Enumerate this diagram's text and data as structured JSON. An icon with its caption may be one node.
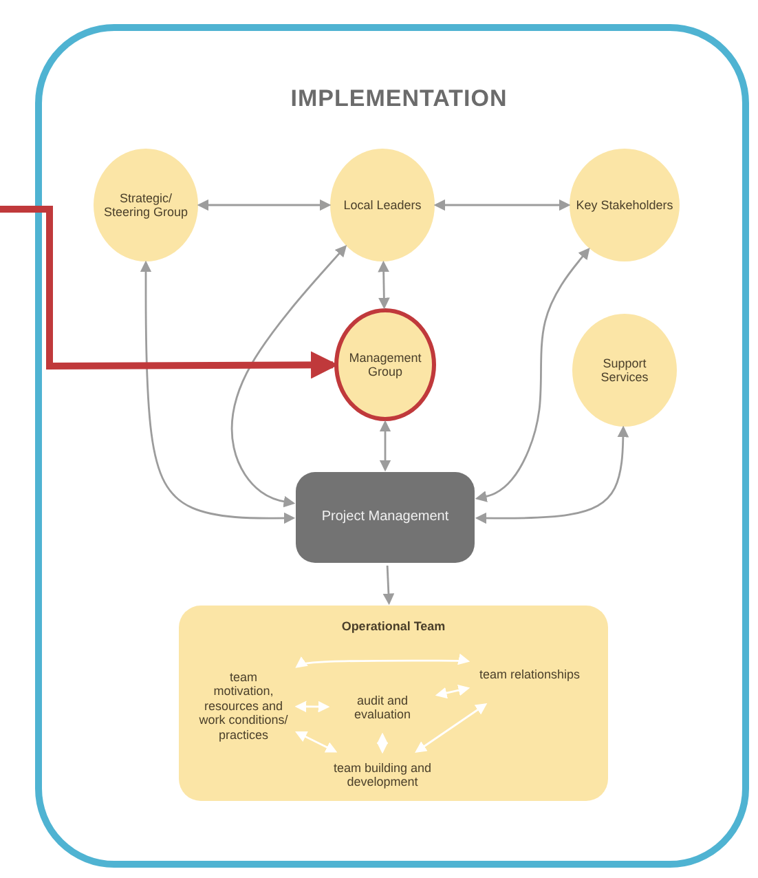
{
  "diagram": {
    "title": "IMPLEMENTATION",
    "nodes": [
      {
        "text": [
          "Strategic/ Steering Group"
        ]
      },
      {
        "text": [
          "Local Leaders"
        ]
      },
      {
        "text": [
          "Key Stakeholders"
        ]
      },
      {
        "text": [
          "Management Group"
        ]
      },
      {
        "text": [
          "Support Services"
        ]
      },
      {
        "text": [
          "Project Management"
        ]
      },
      {
        "text": [
          "Operational Team"
        ]
      },
      {
        "text": [
          "team motivation, resources and work conditions/ practices"
        ],
        "in": 6
      },
      {
        "text": [
          "team relationships"
        ],
        "in": 6
      },
      {
        "text": [
          "audit and evaluation"
        ],
        "in": 6
      },
      {
        "text": [
          "team building and development"
        ],
        "in": 6
      }
    ],
    "edges": [
      {
        "from": 0,
        "to": 1,
        "arrow": "both"
      },
      {
        "from": 1,
        "to": 2,
        "arrow": "both"
      },
      {
        "from": 1,
        "to": 3,
        "arrow": "both"
      },
      {
        "from": 3,
        "to": 5,
        "arrow": "both"
      },
      {
        "from": 0,
        "to": 5,
        "arrow": "both"
      },
      {
        "from": 1,
        "to": 5,
        "arrow": "both"
      },
      {
        "from": 2,
        "to": 5,
        "arrow": "both"
      },
      {
        "from": 4,
        "to": 5,
        "arrow": "both"
      },
      {
        "from": 5,
        "to": 6,
        "arrow": "to"
      },
      {
        "from": null,
        "to": 3,
        "arrow": "to",
        "style": "thick",
        "color": "#c0393b"
      },
      {
        "from": 7,
        "to": 8,
        "arrow": "both",
        "color": "#ffffff"
      },
      {
        "from": 7,
        "to": 9,
        "arrow": "both",
        "color": "#ffffff"
      },
      {
        "from": 9,
        "to": 8,
        "arrow": "both",
        "color": "#ffffff"
      },
      {
        "from": 9,
        "to": 10,
        "arrow": "both",
        "color": "#ffffff"
      },
      {
        "from": 7,
        "to": 10,
        "arrow": "both",
        "color": "#ffffff"
      },
      {
        "from": 8,
        "to": 10,
        "arrow": "both",
        "color": "#ffffff"
      }
    ]
  }
}
